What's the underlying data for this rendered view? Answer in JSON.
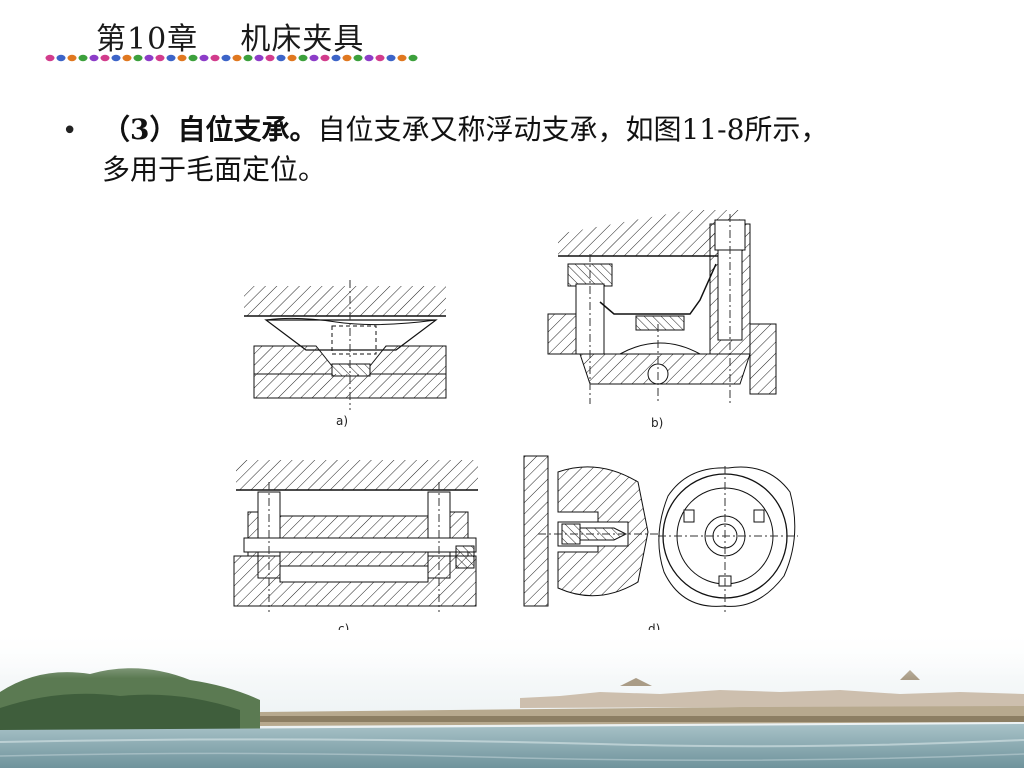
{
  "header": {
    "title": "第10章    机床夹具",
    "dot_colors": [
      "#d23c8c",
      "#3c64c8",
      "#e07820",
      "#3ca03c",
      "#8c3cc8"
    ]
  },
  "bullet": {
    "marker": "•",
    "label_bold": "（3）自位支承。",
    "text_line1": "自位支承又称浮动支承，如图11-8所示，",
    "text_line2": "多用于毛面定位。"
  },
  "figures": {
    "a": {
      "caption": "a)"
    },
    "b": {
      "caption": "b)"
    },
    "c": {
      "caption": "c)"
    },
    "d": {
      "caption": "d)"
    }
  },
  "footer": {
    "scene": "river-bridge-landscape"
  }
}
